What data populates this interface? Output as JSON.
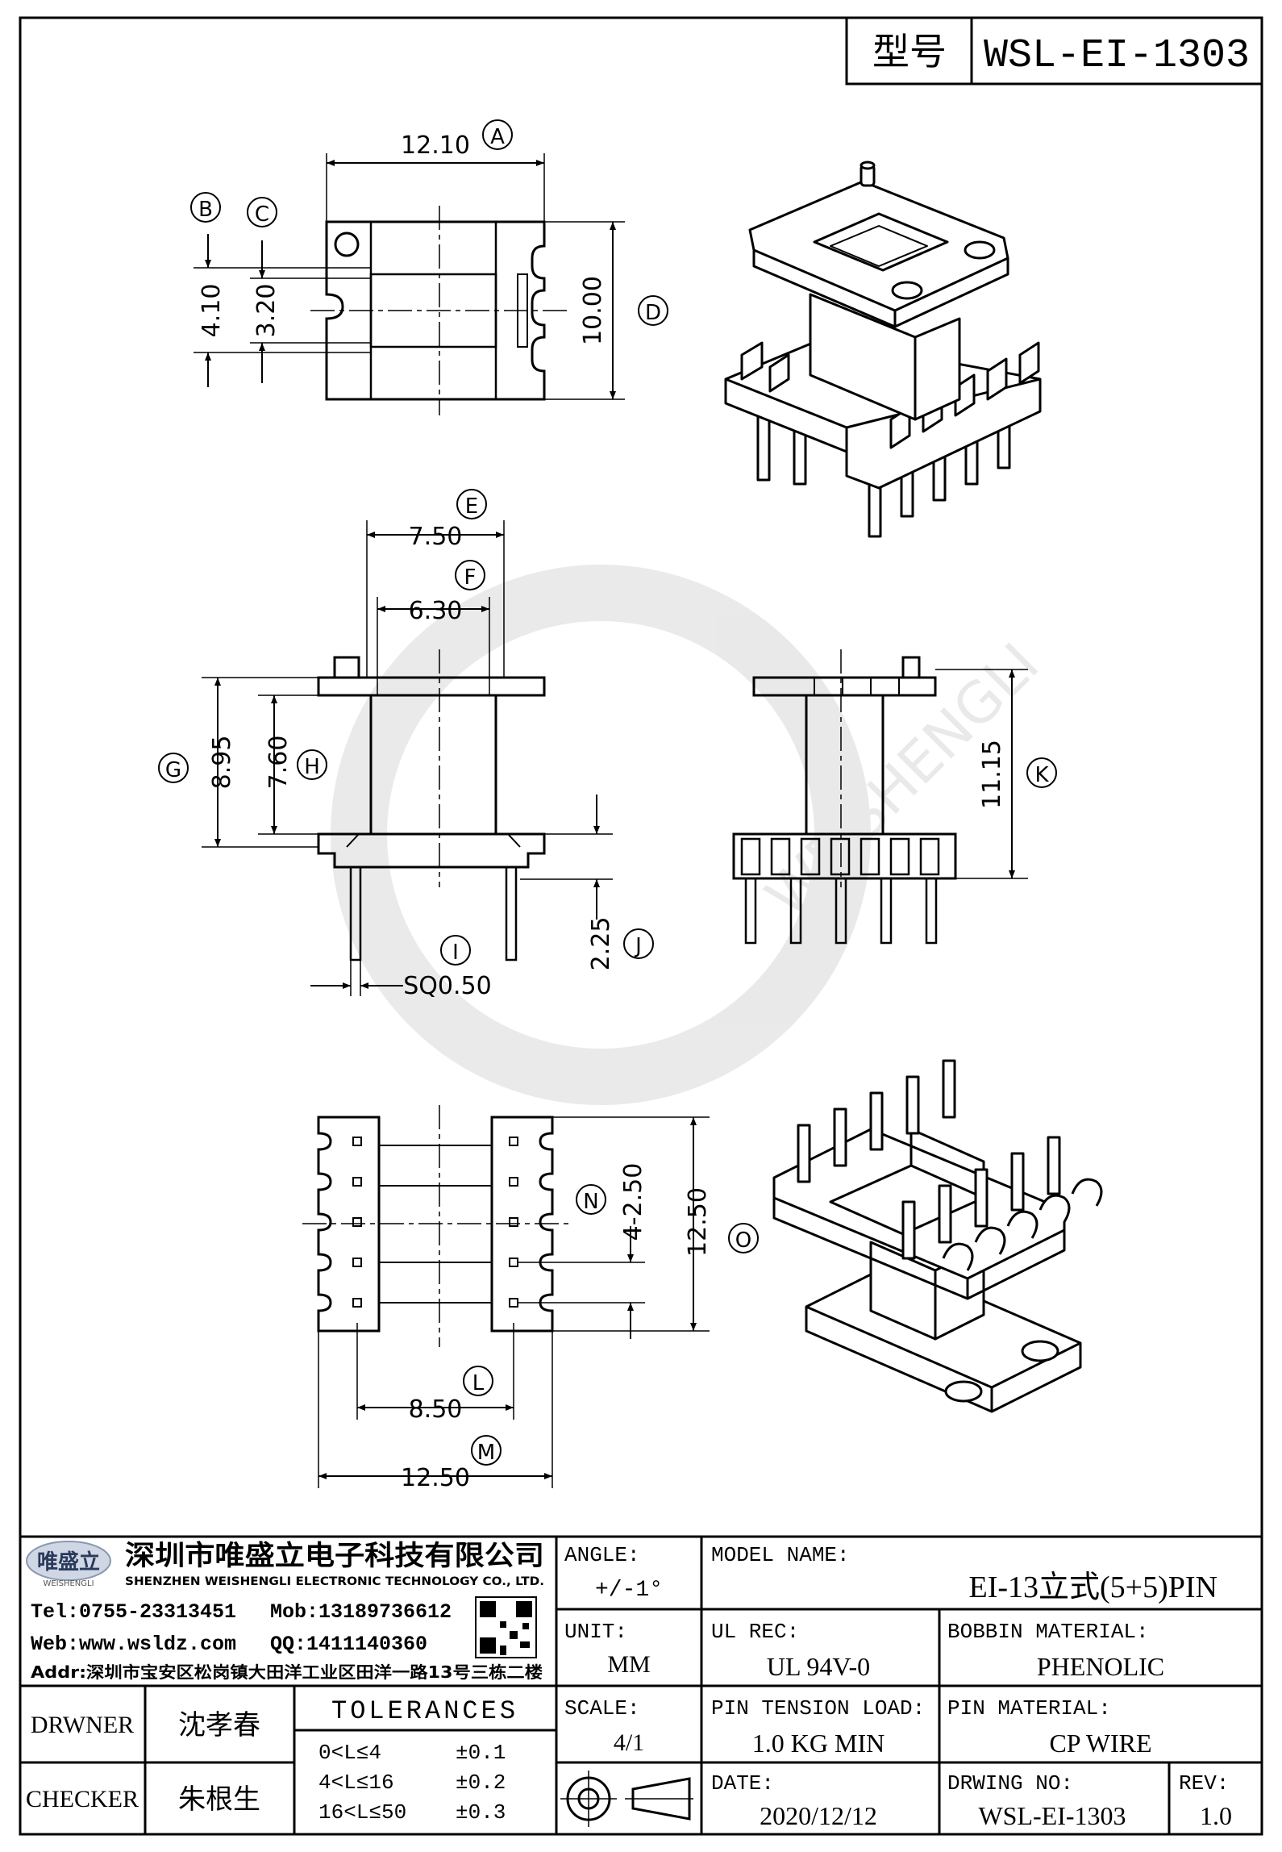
{
  "header": {
    "model_label": "型号",
    "model_value": "WSL-EI-1303"
  },
  "views": {
    "top": {
      "dim_a": "12.10",
      "dim_b": "4.10",
      "dim_c": "3.20",
      "dim_d": "10.00",
      "tag_a": "A",
      "tag_b": "B",
      "tag_c": "C",
      "tag_d": "D"
    },
    "front": {
      "dim_e": "7.50",
      "dim_f": "6.30",
      "dim_g": "8.95",
      "dim_h": "7.60",
      "dim_i": "SQ0.50",
      "dim_j": "2.25",
      "tag_e": "E",
      "tag_f": "F",
      "tag_g": "G",
      "tag_h": "H",
      "tag_i": "I",
      "tag_j": "J"
    },
    "side": {
      "dim_k": "11.15",
      "tag_k": "K"
    },
    "bottom": {
      "dim_l": "8.50",
      "dim_m": "12.50",
      "dim_n": "4-2.50",
      "dim_o": "12.50",
      "tag_l": "L",
      "tag_m": "M",
      "tag_n": "N",
      "tag_o": "O"
    }
  },
  "watermark": {
    "text": "WEISHENGLI"
  },
  "company": {
    "name_cn": "深圳市唯盛立电子科技有限公司",
    "name_en": "SHENZHEN WEISHENGLI ELECTRONIC TECHNOLOGY CO., LTD.",
    "logo_text": "唯盛立",
    "logo_sub": "WEISHENGLI",
    "tel": "Tel:0755-23313451",
    "mob": "Mob:13189736612",
    "web": "Web:www.wsldz.com",
    "qq": "QQ:1411140360",
    "addr": "Addr:深圳市宝安区松岗镇大田洋工业区田洋一路13号三栋二楼"
  },
  "people": {
    "drawer_label": "DRWNER",
    "drawer_name": "沈孝春",
    "checker_label": "CHECKER",
    "checker_name": "朱根生"
  },
  "tolerances": {
    "title": "TOLERANCES",
    "rows": [
      {
        "range": "0<L≤4",
        "value": "±0.1"
      },
      {
        "range": "4<L≤16",
        "value": "±0.2"
      },
      {
        "range": "16<L≤50",
        "value": "±0.3"
      }
    ]
  },
  "specs": {
    "angle_label": "ANGLE:",
    "angle_value": "+/-1°",
    "unit_label": "UNIT:",
    "unit_value": "MM",
    "scale_label": "SCALE:",
    "scale_value": "4/1",
    "model_name_label": "MODEL NAME:",
    "model_name_value": "EI-13立式(5+5)PIN",
    "ul_label": "UL REC:",
    "ul_value": "UL 94V-0",
    "bobbin_label": "BOBBIN MATERIAL:",
    "bobbin_value": "PHENOLIC",
    "tension_label": "PIN TENSION LOAD:",
    "tension_value": "1.0 KG MIN",
    "pin_material_label": "PIN MATERIAL:",
    "pin_material_value": "CP WIRE",
    "date_label": "DATE:",
    "date_value": "2020/12/12",
    "drawing_no_label": "DRWING NO:",
    "drawing_no_value": "WSL-EI-1303",
    "rev_label": "REV:",
    "rev_value": "1.0"
  }
}
